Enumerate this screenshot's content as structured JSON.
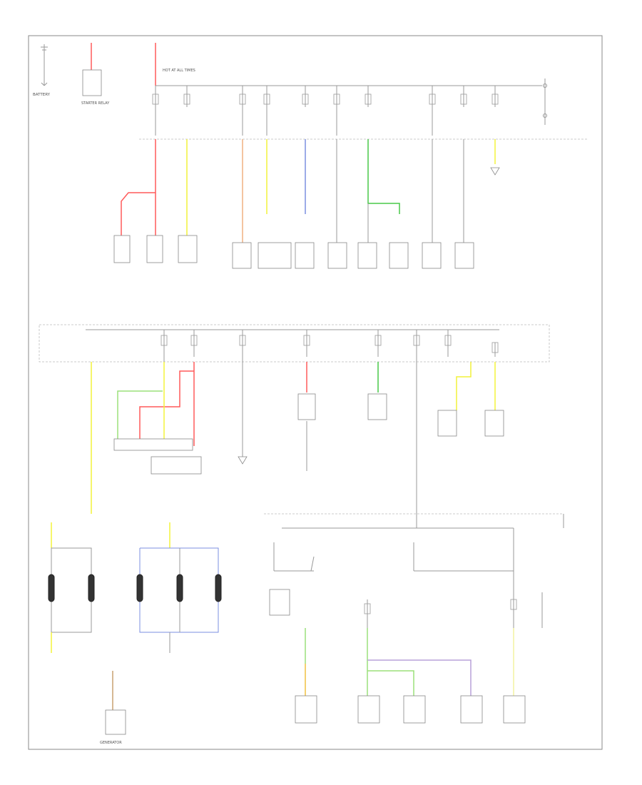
{
  "colors": {
    "frame": "#888888",
    "wire": "#999999",
    "red": "#ff5a5a",
    "yellow": "#f2f23a",
    "green": "#48c848",
    "light_green": "#9be07a",
    "orange": "#f0b080",
    "blue": "#7b8fe0",
    "purple": "#b8a0d8",
    "tan": "#c8a070",
    "pink": "#f08080"
  },
  "labels": {
    "battery": "BATTERY",
    "generator_bottom": "GENERATOR",
    "starter_relay": "STARTER RELAY",
    "hot_at_all_times": "HOT AT ALL TIMES"
  }
}
